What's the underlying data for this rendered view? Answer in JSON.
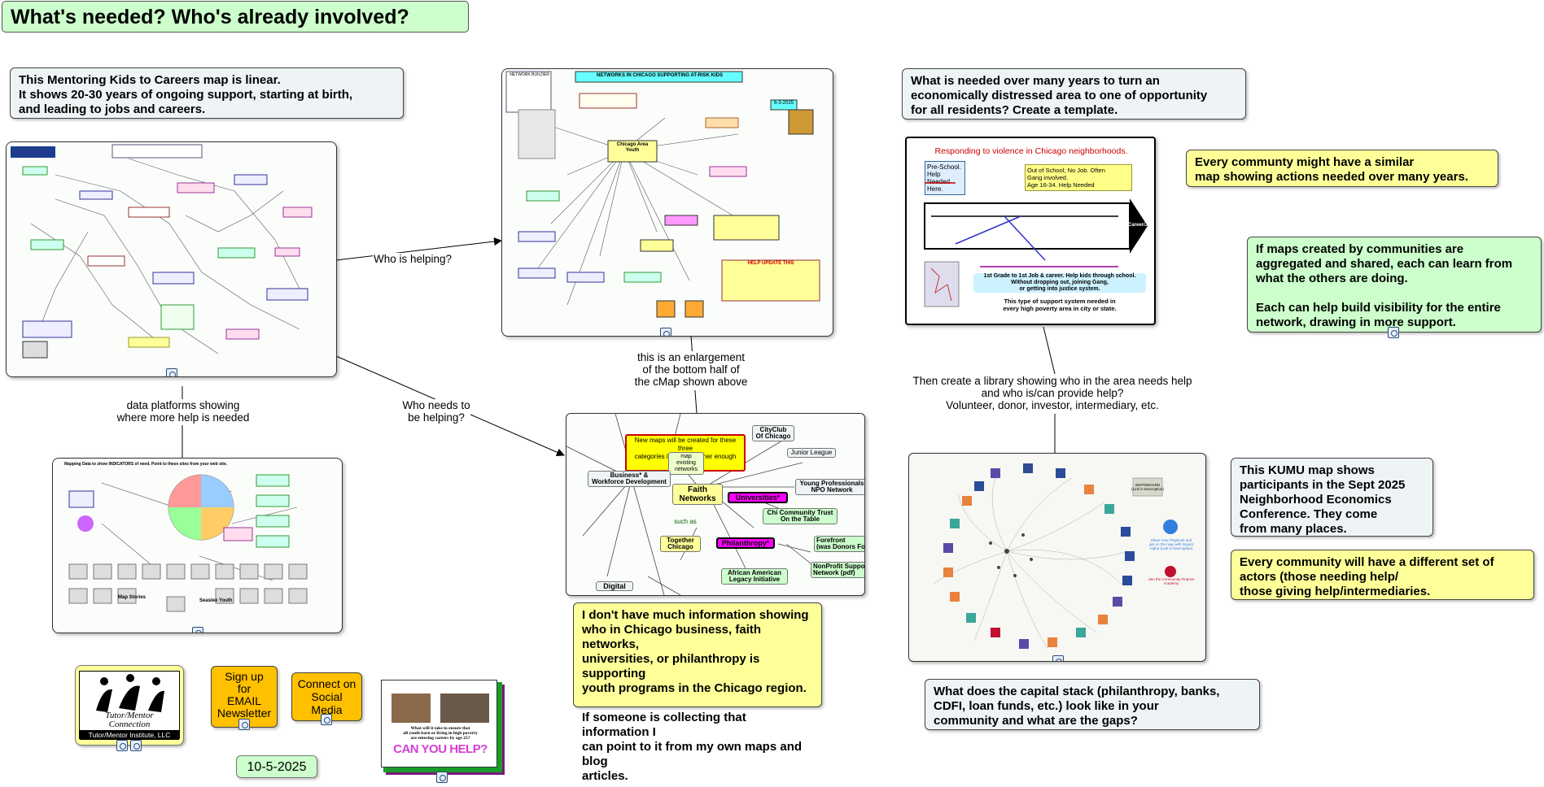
{
  "title": "What's needed?  Who's already involved?",
  "date": "10-5-2025",
  "boxes": {
    "linear_map": "This Mentoring Kids to Careers map is linear.\nIt shows 20-30 years of ongoing support, starting at birth,\nand leading to jobs and careers.",
    "needed_many_years": "What is needed over many years to turn an\neconomically distressed area to one of opportunity\nfor all residents?  Create a template.",
    "community_similar": "Every communty might have a similar\nmap showing actions needed over many years.",
    "maps_aggregated": "If maps created by communities are\naggregated and shared, each can learn from\nwhat the others are doing.\n\nEach can help build visibility for the entire\nnetwork, drawing in more support.",
    "kumu_map": "This KUMU map shows\nparticipants in the Sept 2025\nNeighborhood Economics\nConference. They come\nfrom many places.",
    "different_actors": "Every community will have a different set of\nactors (those needing help/\nthose giving help/intermediaries.",
    "capital_stack": "What does the capital stack (philanthropy, banks,\nCDFI, loan funds, etc.) look like in your\ncommunity and what are the gaps?",
    "dont_have_info": "I don't have much information showing\nwho in Chicago business, faith networks,\nuniversities, or philanthropy is supporting\nyouth programs in the Chicago region.\n\nIf someone is collecting that information I\ncan point to it from my own maps and blog\narticles."
  },
  "labels": {
    "who_is_helping": "Who is helping?",
    "who_needs_helping": "Who needs to\nbe helping?",
    "data_platforms": "data platforms showing\nwhere more help is needed",
    "enlargement": "this is an enlargement\nof the bottom half of\nthe cMap shown above",
    "library": "Then create a library showing who in the area needs help\nand who is/can provide help?\nVolunteer, donor, investor, intermediary, etc."
  },
  "buttons": {
    "newsletter": "Sign up\nfor\nEMAIL\nNewsletter",
    "social": "Connect on\nSocial\nMedia"
  },
  "logo": {
    "name_line1": "Tutor/Mentor",
    "name_line2": "Connection",
    "footer": "Tutor/Mentor Institute, LLC"
  },
  "thumbs": {
    "networks_title": "NETWORKS IN CHICAGO SUPPORTING AT-RISK KIDS",
    "networks_center": "Chicago Area\nYouth",
    "networks_help": "HELP UPDATE THIS",
    "networks_date": "6-3-2025",
    "networks_builder": "NETWORK BUILDER",
    "violence_title": "Responding to violence in Chicago neighborhoods.",
    "violence_preschool": "Pre-School.\nHelp Needed\nHere.",
    "violence_outofschool": "Out of School;  No Job. Often\nGang involved.\nAge 16-34.  Help Needed",
    "violence_bottom": "1st Grade to 1st Job & career.  Help kids through school.\nWithout dropping out, joining Gang,\nor getting into justice system.",
    "violence_need": "This type of support system needed in\nevery high poverty area in city or state.",
    "violence_career": "Career/Job",
    "data_title": "Mapping Data to show INDICATORS of need.  Point to these sites from your web site.",
    "data_mapstories": "Map Stories",
    "data_seaslee": "Seaslee Youth",
    "zoom_note": "New maps will be created for these three\ncategories if we can gather enough data.",
    "zoom_faith": "Faith\nNetworks",
    "zoom_univ": "Universities*",
    "zoom_philan": "Philanthropy*",
    "zoom_business": "Business* &\nWorkforce Development",
    "zoom_cityclub": "CityClub\nOf Chicago",
    "zoom_junior": "Junior League",
    "zoom_ypro": "Young Professionals\nNPO Network",
    "zoom_chitrust": "Chi Community Trust\nOn the Table",
    "zoom_together": "Together\nChicago",
    "zoom_african": "African American\nLegacy  Initiative",
    "zoom_forefront": "Forefront\n(was Donors Fo",
    "zoom_nonprofit": "NonProfit Suppo\nNetwork (pdf)",
    "zoom_suchas": "such as",
    "zoom_map_existing": "map\nexisting\nnetworks",
    "zoom_digital": "Digital",
    "kumu_whiteboard": "WHITEBOARD\n(Link in Description)",
    "kumu_share": "Share Your Playbook and\nget on the map with Impact\nAlpha (Link in Description)",
    "kumu_join": "Join the Community Finance\nAcademy",
    "flyer_q": "What will it take to ensure that\nall youth born or living in high poverty\nare entering careers by age 25?",
    "flyer_big": "CAN YOU HELP?"
  },
  "colors": {
    "gray_box": "#eef3f5",
    "yellow_box": "#ffff99",
    "green_box": "#ccffcc",
    "orange_button": "#ffc000",
    "title_bg": "#ccffcc"
  }
}
